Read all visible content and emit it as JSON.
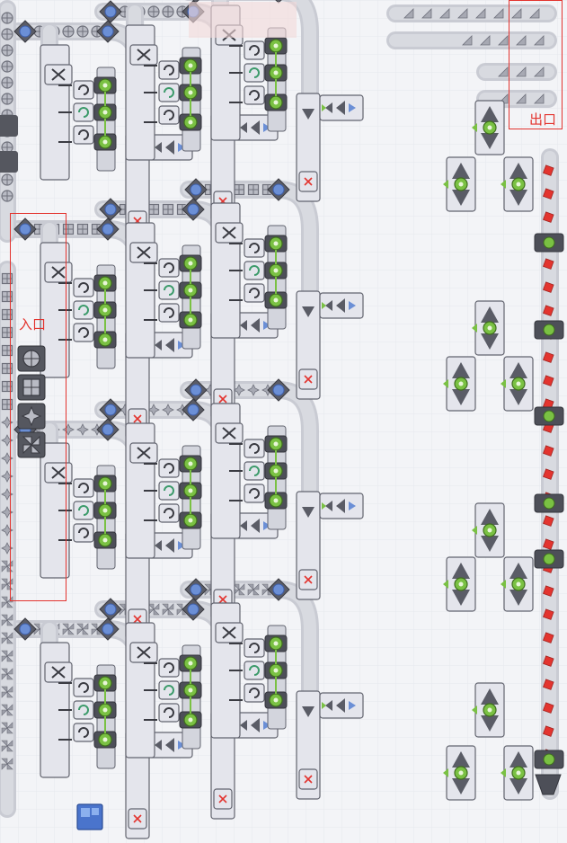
{
  "annotations": {
    "entrance": {
      "label": "入口",
      "color": "#e3342f"
    },
    "exit": {
      "label": "出口",
      "color": "#e3342f"
    }
  },
  "palette": {
    "background": "#f3f4f7",
    "grid": "#e6e8ee",
    "belt": "#c9cbd3",
    "belt_dark": "#8d8f99",
    "machine_body": "#e4e5ec",
    "machine_edge": "#62646f",
    "node_green": "#7ac143",
    "arrow_blue": "#6b8fd6",
    "warn_red": "#e3342f",
    "shape_fill": "#6e707b"
  },
  "entrance_shapes": [
    {
      "name": "circle-quadrants-shape-icon"
    },
    {
      "name": "square-grid-shape-icon"
    },
    {
      "name": "star-shape-icon"
    },
    {
      "name": "windmill-shape-icon"
    }
  ],
  "factory_rows": 4,
  "factory_row_inputs": [
    {
      "shape": "circle-segments"
    },
    {
      "shape": "squares"
    },
    {
      "shape": "stars"
    },
    {
      "shape": "windmill"
    }
  ]
}
